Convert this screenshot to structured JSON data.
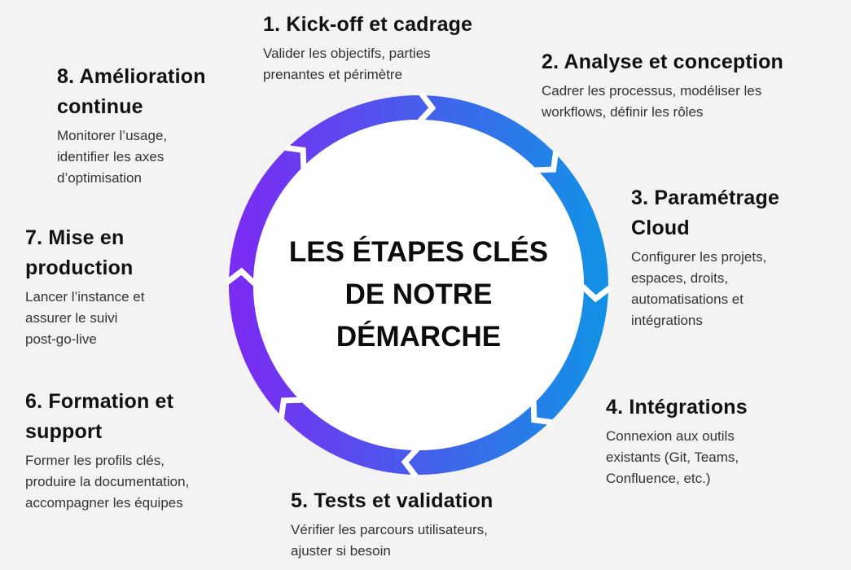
{
  "center_title": [
    "LES ÉTAPES CLÉS",
    "DE NOTRE",
    "DÉMARCHE"
  ],
  "colors": {
    "ring_start": "#7a2cf2",
    "ring_end": "#1490e6",
    "background": "#f3f3f4"
  },
  "steps": [
    {
      "title": "1. Kick-off et cadrage",
      "text": [
        "Valider les objectifs, parties",
        "prenantes et périmètre"
      ]
    },
    {
      "title": "2. Analyse et conception",
      "text": [
        "Cadrer les processus, modéliser les",
        "workflows, définir les rôles"
      ]
    },
    {
      "title": [
        "3. Paramétrage",
        "Cloud"
      ],
      "text": [
        "Configurer les projets,",
        "espaces, droits,",
        "automatisations et",
        "intégrations"
      ]
    },
    {
      "title": "4. Intégrations",
      "text": [
        "Connexion aux outils",
        "existants (Git, Teams,",
        "Confluence, etc.)"
      ]
    },
    {
      "title": "5. Tests et validation",
      "text": [
        "Vérifier les parcours utilisateurs,",
        "ajuster si besoin"
      ]
    },
    {
      "title": [
        "6. Formation et",
        "support"
      ],
      "text": [
        "Former les profils clés,",
        "produire la documentation,",
        "accompagner les équipes"
      ]
    },
    {
      "title": [
        "7. Mise en",
        "production"
      ],
      "text": [
        "Lancer l’instance et",
        "assurer le suivi",
        "post-go-live"
      ]
    },
    {
      "title": [
        "8. Amélioration",
        "continue"
      ],
      "text": [
        "Monitorer l’usage,",
        "identifier les axes",
        "d’optimisation"
      ]
    }
  ]
}
